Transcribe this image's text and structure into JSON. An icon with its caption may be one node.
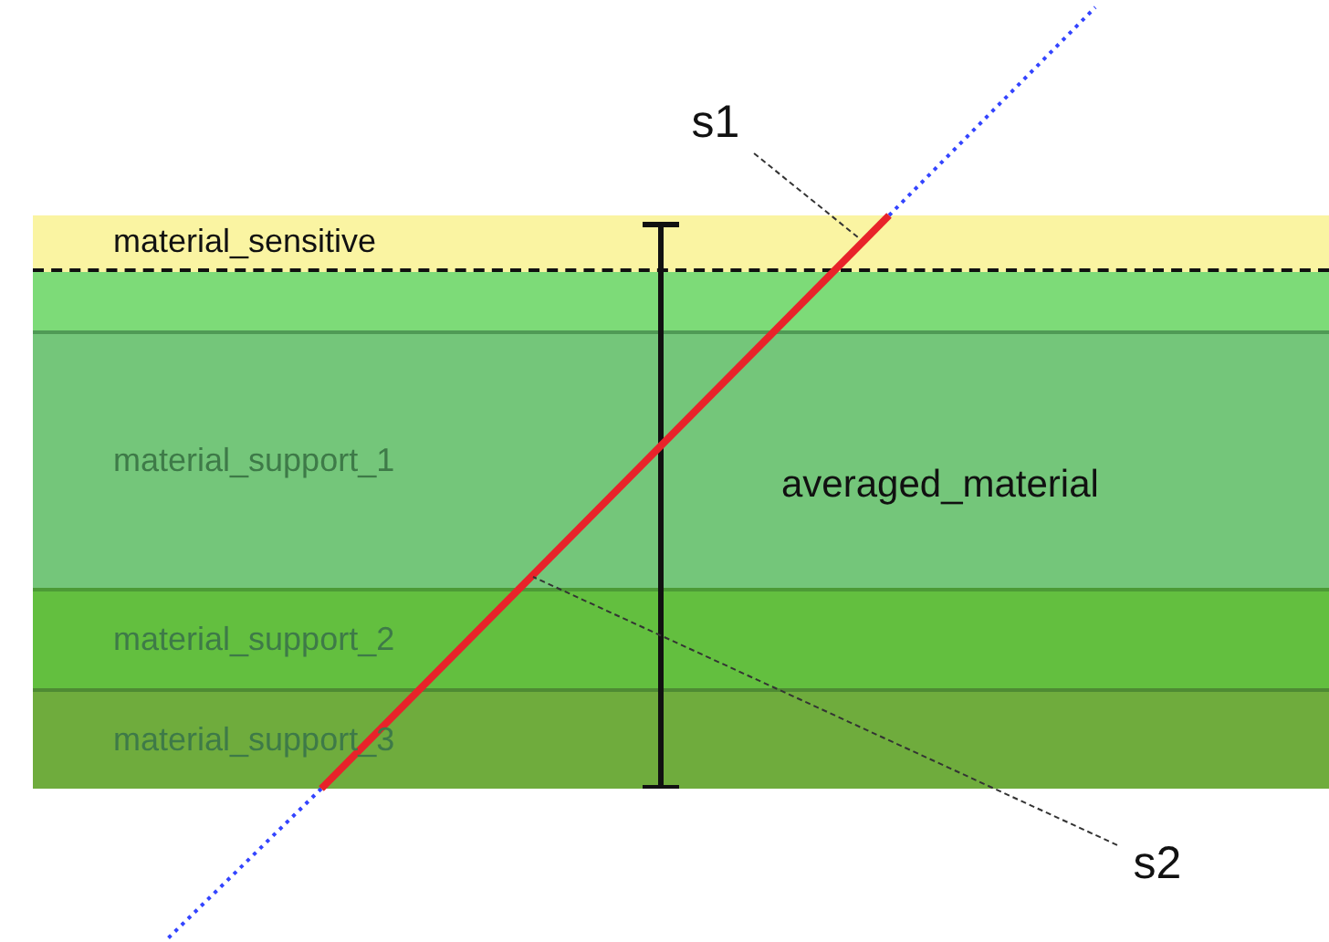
{
  "diagram": {
    "nodes": [
      {
        "text": [
          "material_sensitive"
        ]
      },
      {
        "text": [],
        "shape": "bar"
      },
      {
        "text": [
          "material_support_1"
        ]
      },
      {
        "text": [
          "material_support_2"
        ]
      },
      {
        "text": [
          "material_support_3"
        ]
      },
      {
        "text": [
          "s1"
        ]
      },
      {
        "text": [
          "s2"
        ]
      }
    ],
    "edges": [
      {
        "from": 5,
        "to": 0,
        "arrow": "none"
      },
      {
        "from": 6,
        "to": 2,
        "arrow": "none"
      }
    ],
    "labels": [
      "averaged_material"
    ]
  }
}
